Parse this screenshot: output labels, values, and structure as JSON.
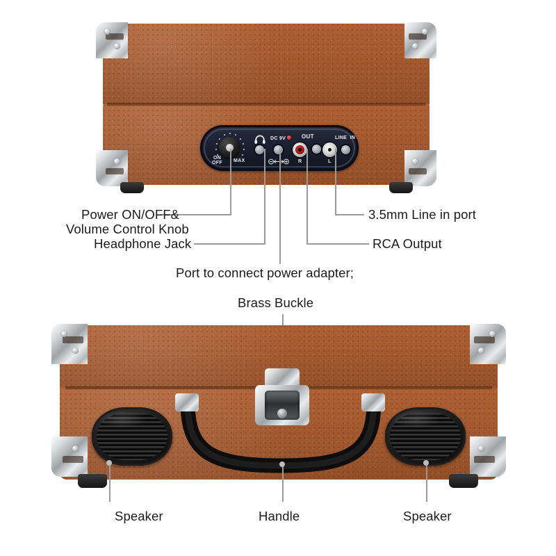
{
  "document": {
    "type": "product-annotation-diagram",
    "product": "portable suitcase turntable record player",
    "background_color": "#ffffff",
    "leather_color": "#a45a2f",
    "chrome_color": "#c9cccf",
    "panel_color": "#1b2030",
    "leader_line_color": "#9a9a9a"
  },
  "top_view": {
    "title": "rear panel view",
    "control_panel": {
      "knob_labels": {
        "on": "ON",
        "off": "OFF",
        "max": "MAX"
      },
      "headphone_icon": "headphone-icon",
      "dc_label": "DC 9V",
      "dc_polarity_symbol": "center-negative-polarity-icon",
      "led": "power-led",
      "out_label": "OUT",
      "rca_right_label": "R",
      "rca_left_label": "L",
      "line_in_label": "LINE  IN"
    },
    "annotations": [
      {
        "id": "power-volume",
        "text_line1": "Power ON/OFF&",
        "text_line2": "Volume Control Knob"
      },
      {
        "id": "headphone-jack",
        "text": "Headphone Jack"
      },
      {
        "id": "power-adapter",
        "text": "Port to connect power adapter;"
      },
      {
        "id": "rca-output",
        "text": "RCA Output"
      },
      {
        "id": "line-in",
        "text": "3.5mm Line in port"
      }
    ]
  },
  "bottom_view": {
    "title": "front closed view",
    "annotations": [
      {
        "id": "brass-buckle",
        "text": "Brass Buckle"
      },
      {
        "id": "speaker-left",
        "text": "Speaker"
      },
      {
        "id": "handle",
        "text": "Handle"
      },
      {
        "id": "speaker-right",
        "text": "Speaker"
      }
    ]
  }
}
